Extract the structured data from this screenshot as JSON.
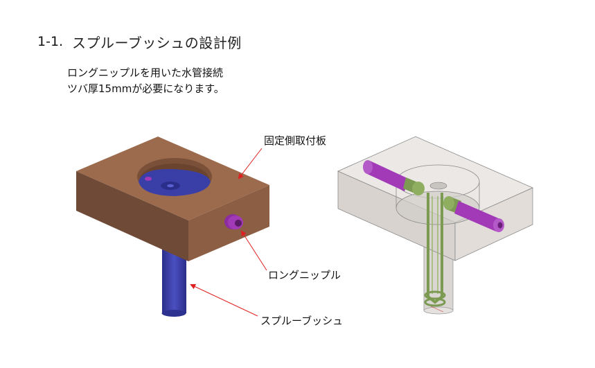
{
  "slide": {
    "title_number": "1-1.",
    "title": "スプルーブッシュの設計例",
    "description": [
      "ロングニップルを用いた水管接続",
      "ツバ厚15mmが必要になります。"
    ],
    "callouts": {
      "plate": "固定側取付板",
      "nipple": "ロングニップル",
      "bush": "スプルーブッシュ"
    }
  },
  "colors": {
    "plate_top": "#9c6b4d",
    "plate_front": "#6f4a36",
    "plate_right": "#8c5e43",
    "bush_blue": "#3a3fa8",
    "nipple_purple": "#a23ab8",
    "fitting_green": "#7d9a52",
    "arrow_red": "#e02020"
  }
}
